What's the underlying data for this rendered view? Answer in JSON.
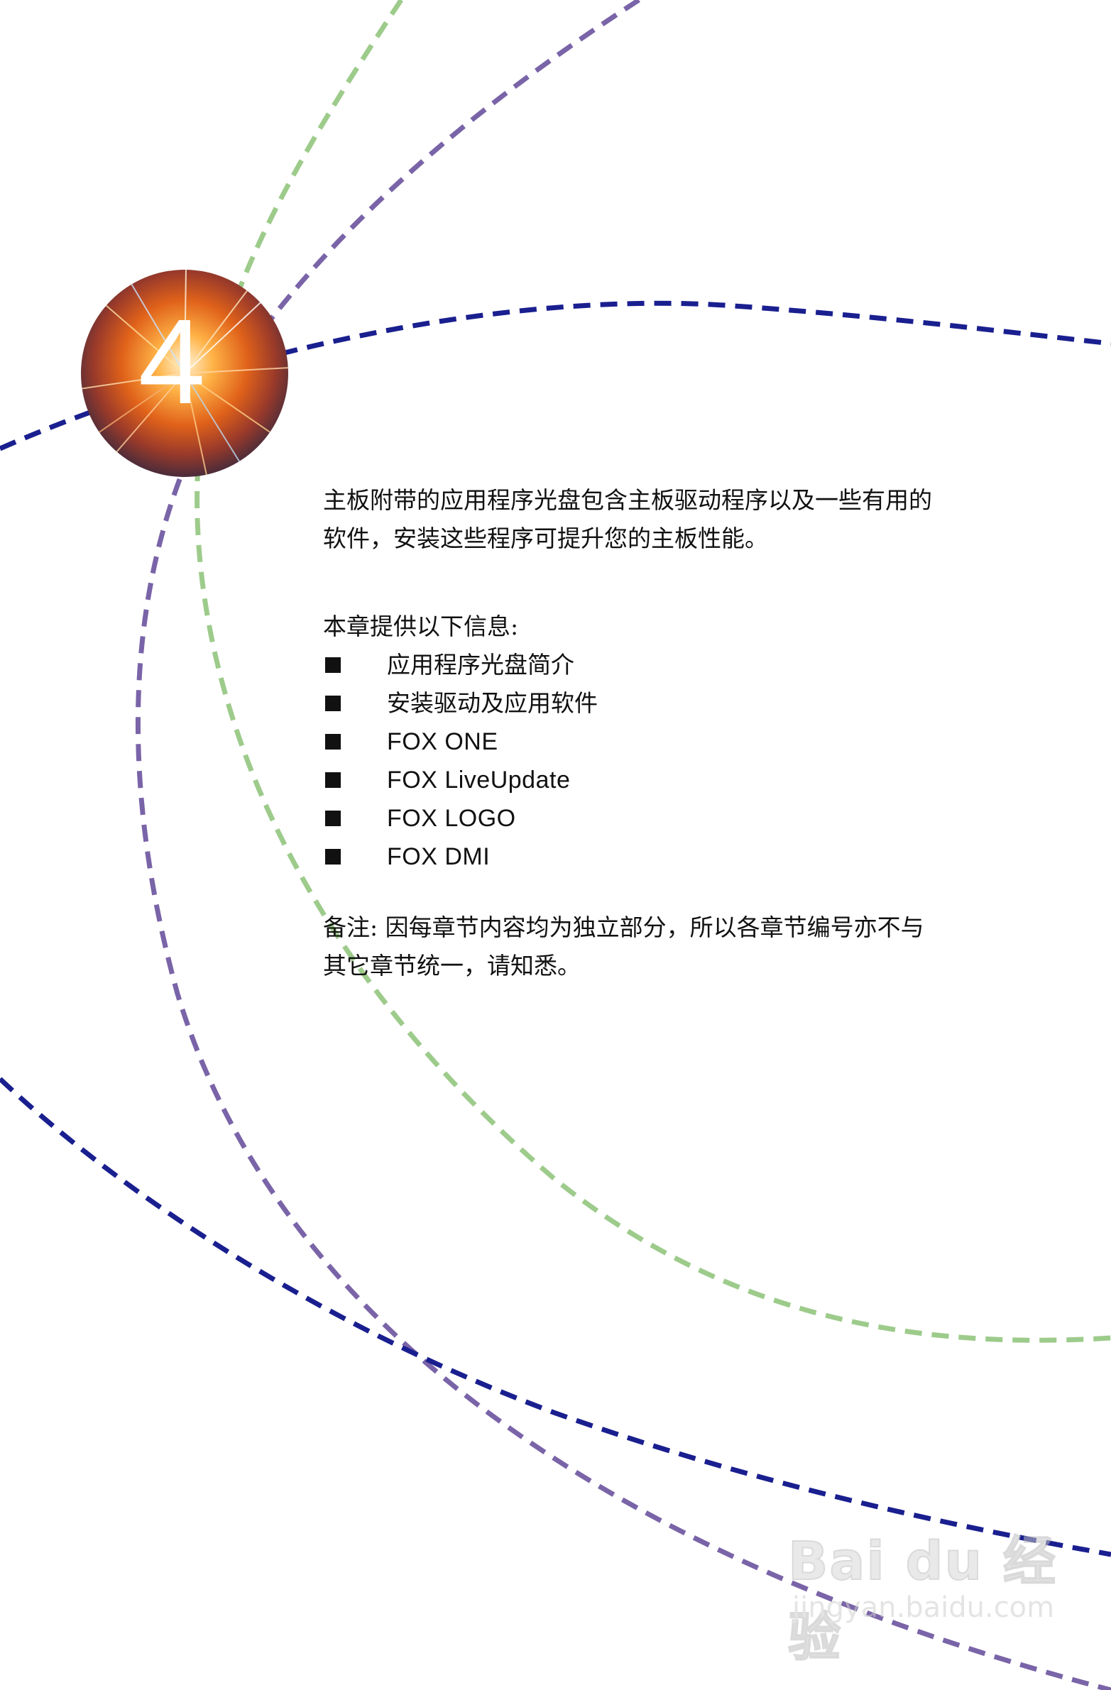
{
  "chapter": {
    "number": "4"
  },
  "intro": [
    "主板附带的应用程序光盘包含主板驱动程序以及一些有用的",
    "软件，安装这些程序可提升您的主板性能。"
  ],
  "toc": {
    "heading": "本章提供以下信息:",
    "items": [
      {
        "label": "应用程序光盘简介",
        "latin": false
      },
      {
        "label": "安装驱动及应用软件",
        "latin": false
      },
      {
        "label": "FOX  ONE",
        "latin": true
      },
      {
        "label": "FOX  LiveUpdate",
        "latin": true
      },
      {
        "label": "FOX  LOGO",
        "latin": true
      },
      {
        "label": "FOX  DMI",
        "latin": true
      }
    ]
  },
  "note": [
    "备注: 因每章节内容均为独立部分，所以各章节编号亦不与",
    "其它章节统一，请知悉。"
  ],
  "watermark": {
    "brand": "Bai du 经验",
    "url": "jingyan.baidu.com"
  },
  "colors": {
    "navy_arc": "#1a1f8f",
    "purple_arc": "#7a64a8",
    "green_arc": "#9dcb8b"
  }
}
